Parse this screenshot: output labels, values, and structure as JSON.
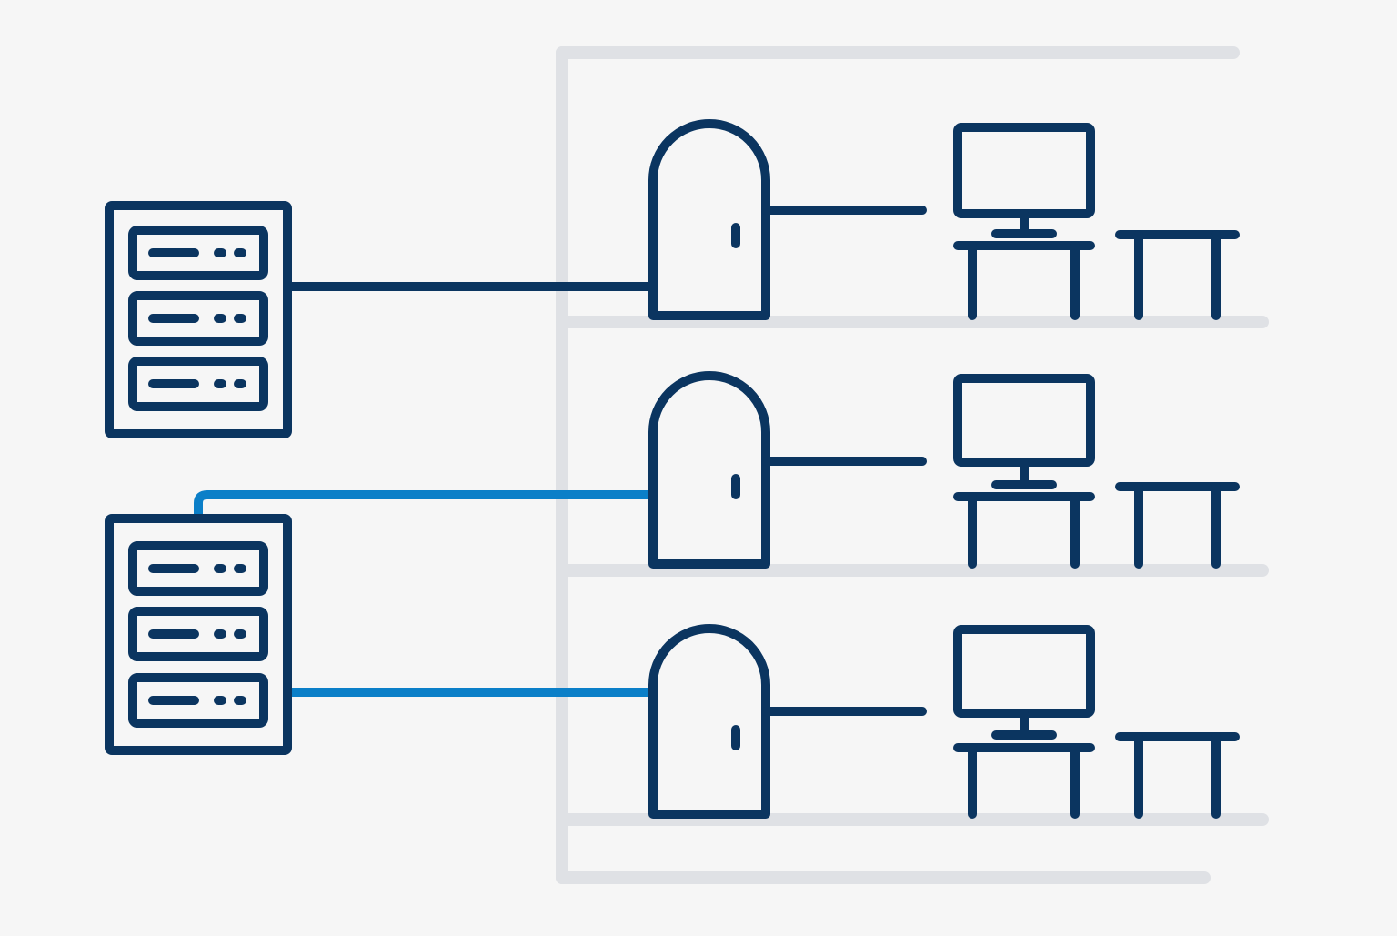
{
  "diagram": {
    "kind": "network-building-illustration",
    "colors": {
      "background": "#f6f6f6",
      "primary": "#0b3560",
      "accent_link": "#0b7fc8",
      "structure": "#dfe1e5"
    },
    "servers": [
      {
        "id": "server-rack-1",
        "icon": "server-rack-icon",
        "units": 3
      },
      {
        "id": "server-rack-2",
        "icon": "server-rack-icon",
        "units": 3
      }
    ],
    "floors": [
      {
        "id": "floor-1",
        "door_icon": "door-icon",
        "workstation_icon": "desk-computer-icon",
        "table_icon": "table-icon",
        "uplink_from": "server-rack-1",
        "uplink_color": "primary"
      },
      {
        "id": "floor-2",
        "door_icon": "door-icon",
        "workstation_icon": "desk-computer-icon",
        "table_icon": "table-icon",
        "uplink_from": "server-rack-2",
        "uplink_color": "accent_link"
      },
      {
        "id": "floor-3",
        "door_icon": "door-icon",
        "workstation_icon": "desk-computer-icon",
        "table_icon": "table-icon",
        "uplink_from": "server-rack-2",
        "uplink_color": "accent_link"
      }
    ]
  }
}
